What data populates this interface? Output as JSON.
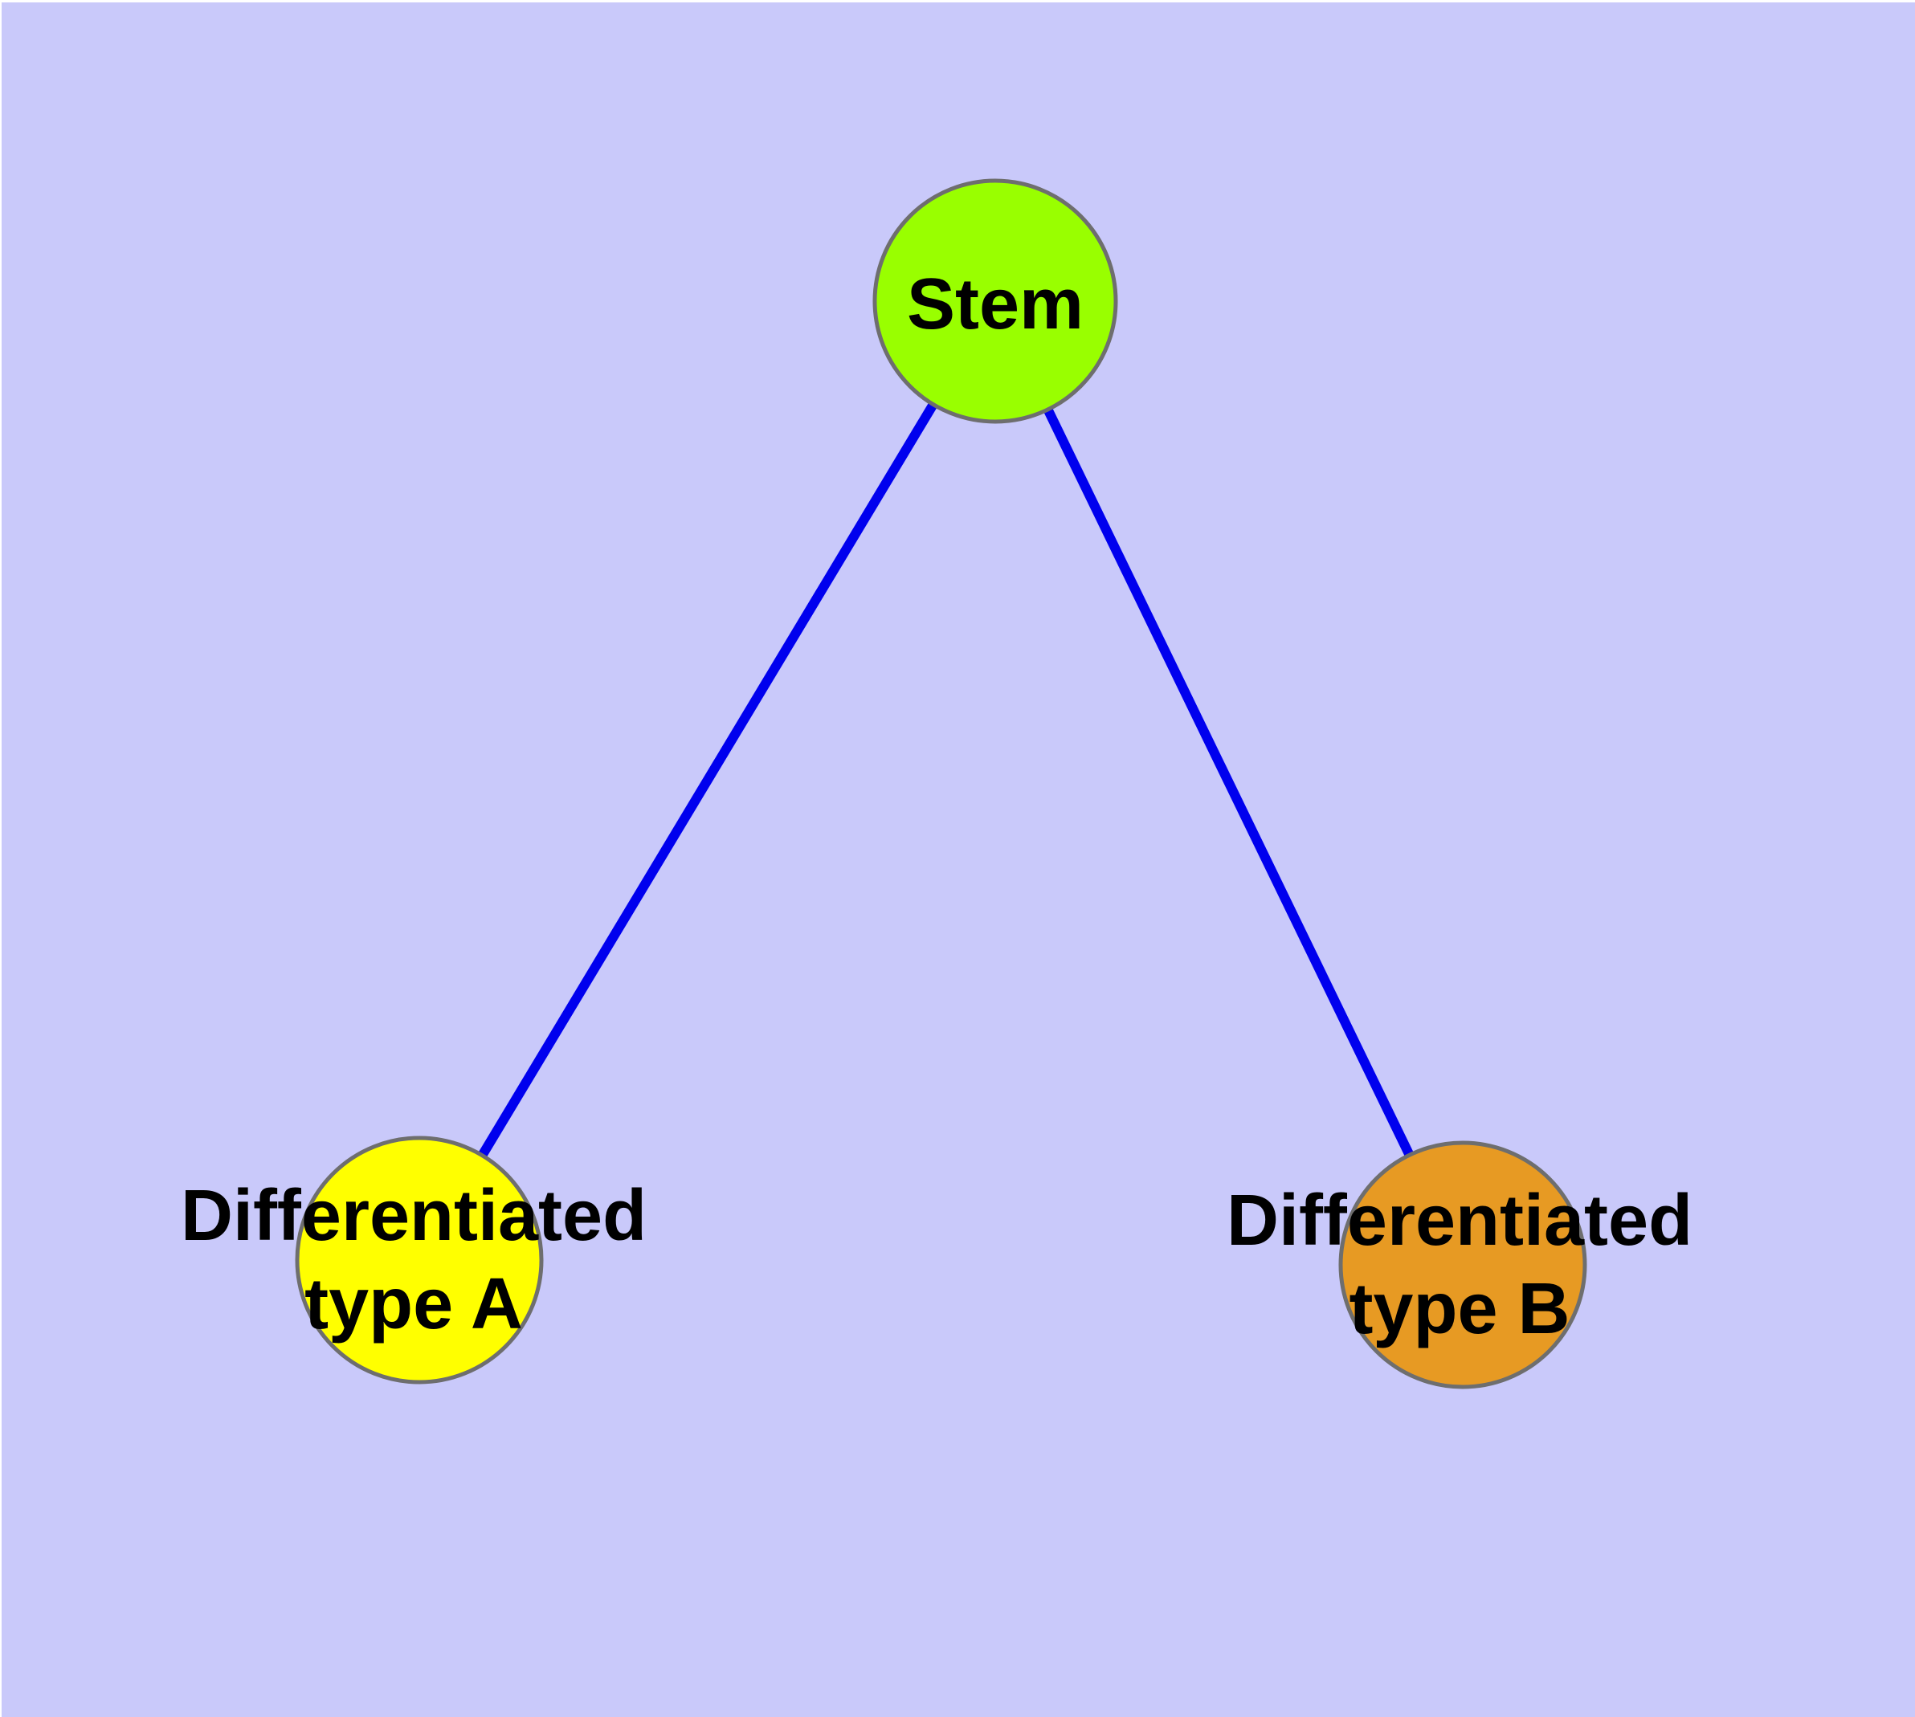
{
  "colors": {
    "background": "#C9C9FA",
    "frame": "#FFFFFF",
    "edge": "#0000EE",
    "node_border": "#6E6E6E",
    "label_text": "#000000"
  },
  "nodes": {
    "stem": {
      "label": "Stem",
      "fill": "#99FF00"
    },
    "type_a": {
      "label_line1": "Differentiated",
      "label_line2": "type A",
      "fill": "#FFFF00"
    },
    "type_b": {
      "label_line1": "Differentiated",
      "label_line2": "type B",
      "fill": "#E79A23"
    }
  },
  "edges": [
    {
      "from": "Stem",
      "to": "Differentiated type A"
    },
    {
      "from": "Stem",
      "to": "Differentiated type B"
    }
  ]
}
